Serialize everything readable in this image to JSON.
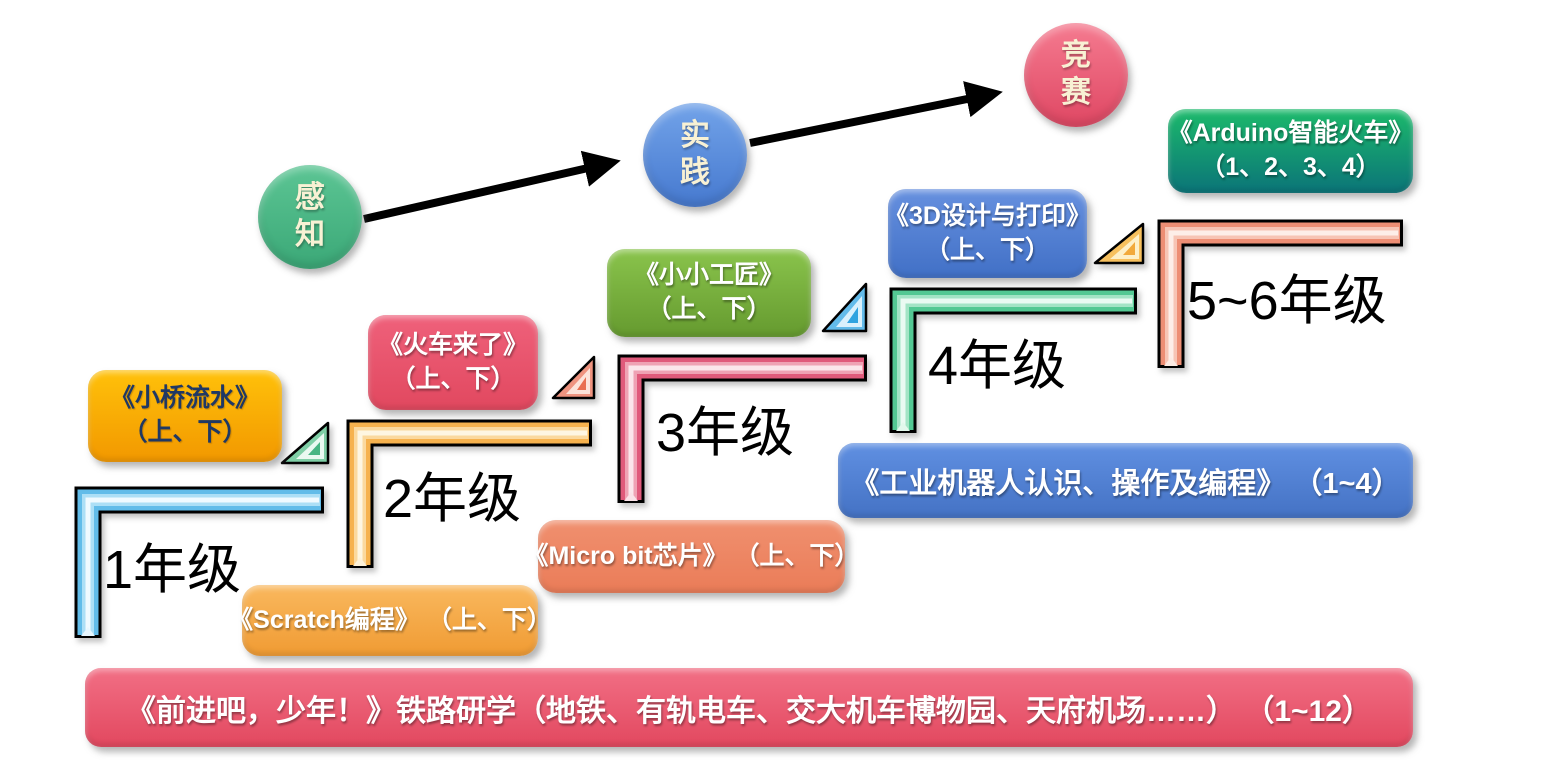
{
  "stages": [
    {
      "label": "感知"
    },
    {
      "label": "实践"
    },
    {
      "label": "竞赛"
    }
  ],
  "grades": [
    {
      "label": "1年级"
    },
    {
      "label": "2年级"
    },
    {
      "label": "3年级"
    },
    {
      "label": "4年级"
    },
    {
      "label": "5~6年级"
    }
  ],
  "courses": [
    {
      "title": "《小桥流水》",
      "subtitle": "（上、下）"
    },
    {
      "title": "《火车来了》",
      "subtitle": "（上、下）"
    },
    {
      "title": "《小小工匠》",
      "subtitle": "（上、下）"
    },
    {
      "title": "《3D设计与打印》",
      "subtitle": "（上、下）"
    },
    {
      "title": "《Arduino智能火车》",
      "subtitle": "（1、2、3、4）"
    },
    {
      "title": "《Scratch编程》 （上、下）"
    },
    {
      "title": "《Micro bit芯片》 （上、下）"
    }
  ],
  "banners": [
    {
      "text": "《工业机器人认识、操作及编程》 （1~4）"
    },
    {
      "text": "《前进吧，少年！》铁路研学（地铁、有轨电车、交大机车博物园、天府机场……） （1~12）"
    }
  ],
  "colors": {
    "stage_perception": "#47b786",
    "stage_practice": "#5288d8",
    "stage_competition": "#e85a73",
    "step_grade1": "#62bce9",
    "step_grade2": "#f6b24e",
    "step_grade3": "#e05a7b",
    "step_grade4": "#53c893",
    "step_grade5": "#ed8e74",
    "box_xiaoqiao": "#f9a800",
    "box_huoche": "#e8526d",
    "box_gongjiang": "#78b33e",
    "box_3d": "#5381d4",
    "box_arduino_top": "#1cba6b",
    "box_arduino_bottom": "#0b7478",
    "box_scratch": "#f5a94a",
    "box_microbit": "#ee8365",
    "banner_robot": "#4f7fd3",
    "banner_railway": "#ea5a72",
    "arrow": "#000000"
  }
}
